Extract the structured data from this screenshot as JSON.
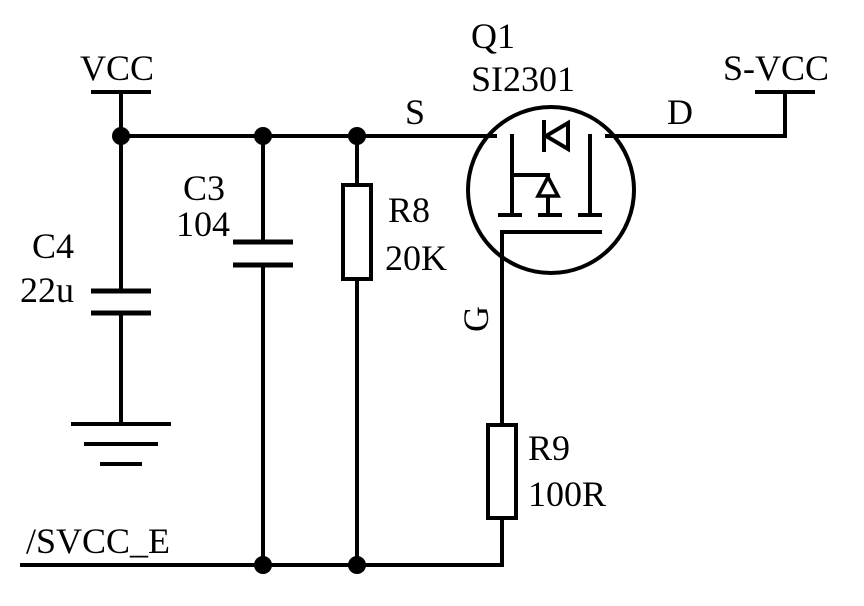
{
  "nets": {
    "vcc": "VCC",
    "s_vcc": "S-VCC",
    "svcc_e": "/SVCC_E"
  },
  "components": {
    "c4": {
      "ref": "C4",
      "value": "22u"
    },
    "c3": {
      "ref": "C3",
      "value": "104"
    },
    "r8": {
      "ref": "R8",
      "value": "20K"
    },
    "r9": {
      "ref": "R9",
      "value": "100R"
    },
    "q1": {
      "ref": "Q1",
      "value": "SI2301",
      "pin_s": "S",
      "pin_d": "D",
      "pin_g": "G"
    }
  }
}
